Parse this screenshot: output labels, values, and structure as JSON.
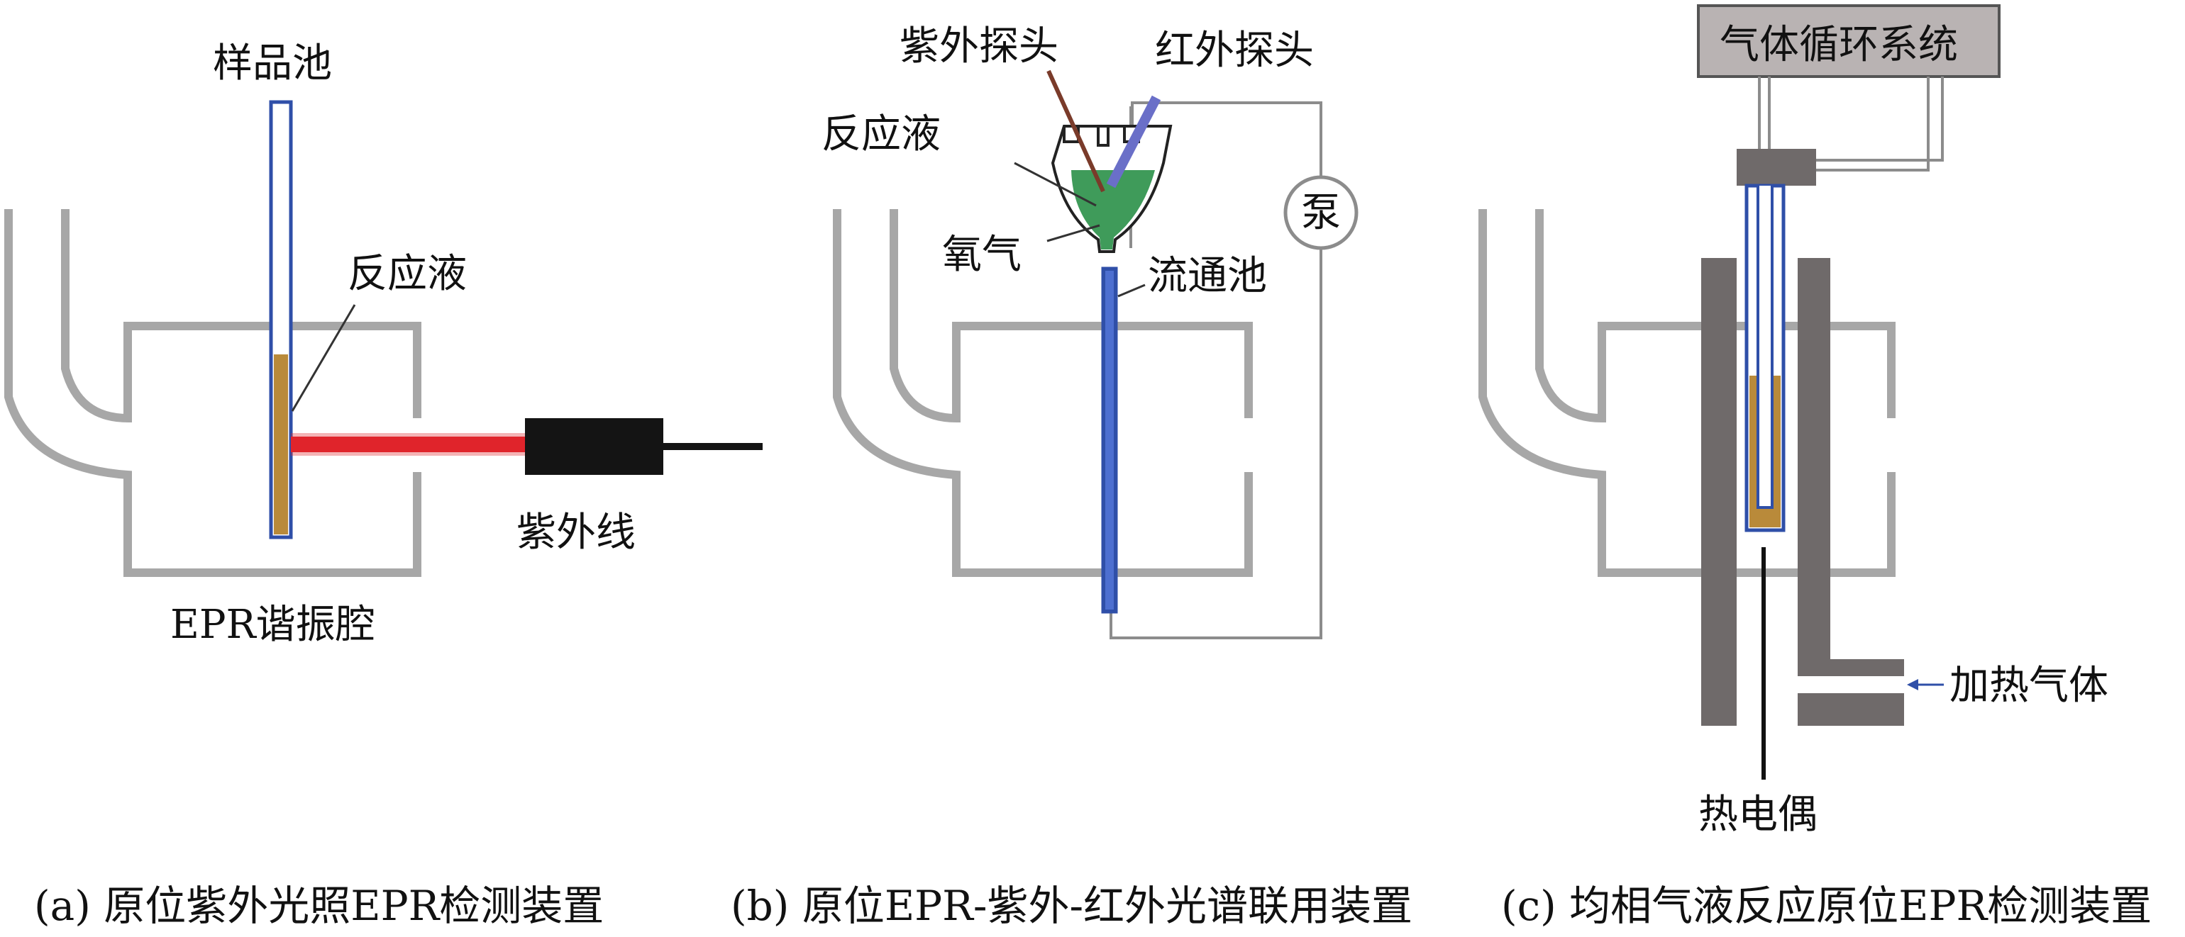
{
  "colors": {
    "cavity": "#a7a7a7",
    "tube_outline": "#2f4fa8",
    "liquid_brown": "#b98a3a",
    "liquid_green": "#3f9b5a",
    "laser_red": "#e0242b",
    "lamp_black": "#141414",
    "probe_uv": "#7a3b2a",
    "probe_ir": "#6a6fc8",
    "wire_gray": "#8c8c8c",
    "block_gray": "#6f6a6a",
    "box_fill": "#b9b3b3"
  },
  "panel_a": {
    "label_sample_cell": "样品池",
    "label_reaction_liquid": "反应液",
    "label_uv_light": "紫外线",
    "label_cavity": "EPR谐振腔",
    "caption": "(a) 原位紫外光照EPR检测装置"
  },
  "panel_b": {
    "label_uv_probe": "紫外探头",
    "label_ir_probe": "红外探头",
    "label_reaction_liquid": "反应液",
    "label_pump": "泵",
    "label_oxygen": "氧气",
    "label_flow_cell": "流通池",
    "caption": "(b) 原位EPR-紫外-红外光谱联用装置"
  },
  "panel_c": {
    "label_gas_system": "气体循环系统",
    "label_heating_gas": "加热气体",
    "label_thermocouple": "热电偶",
    "caption": "(c) 均相气液反应原位EPR检测装置"
  }
}
